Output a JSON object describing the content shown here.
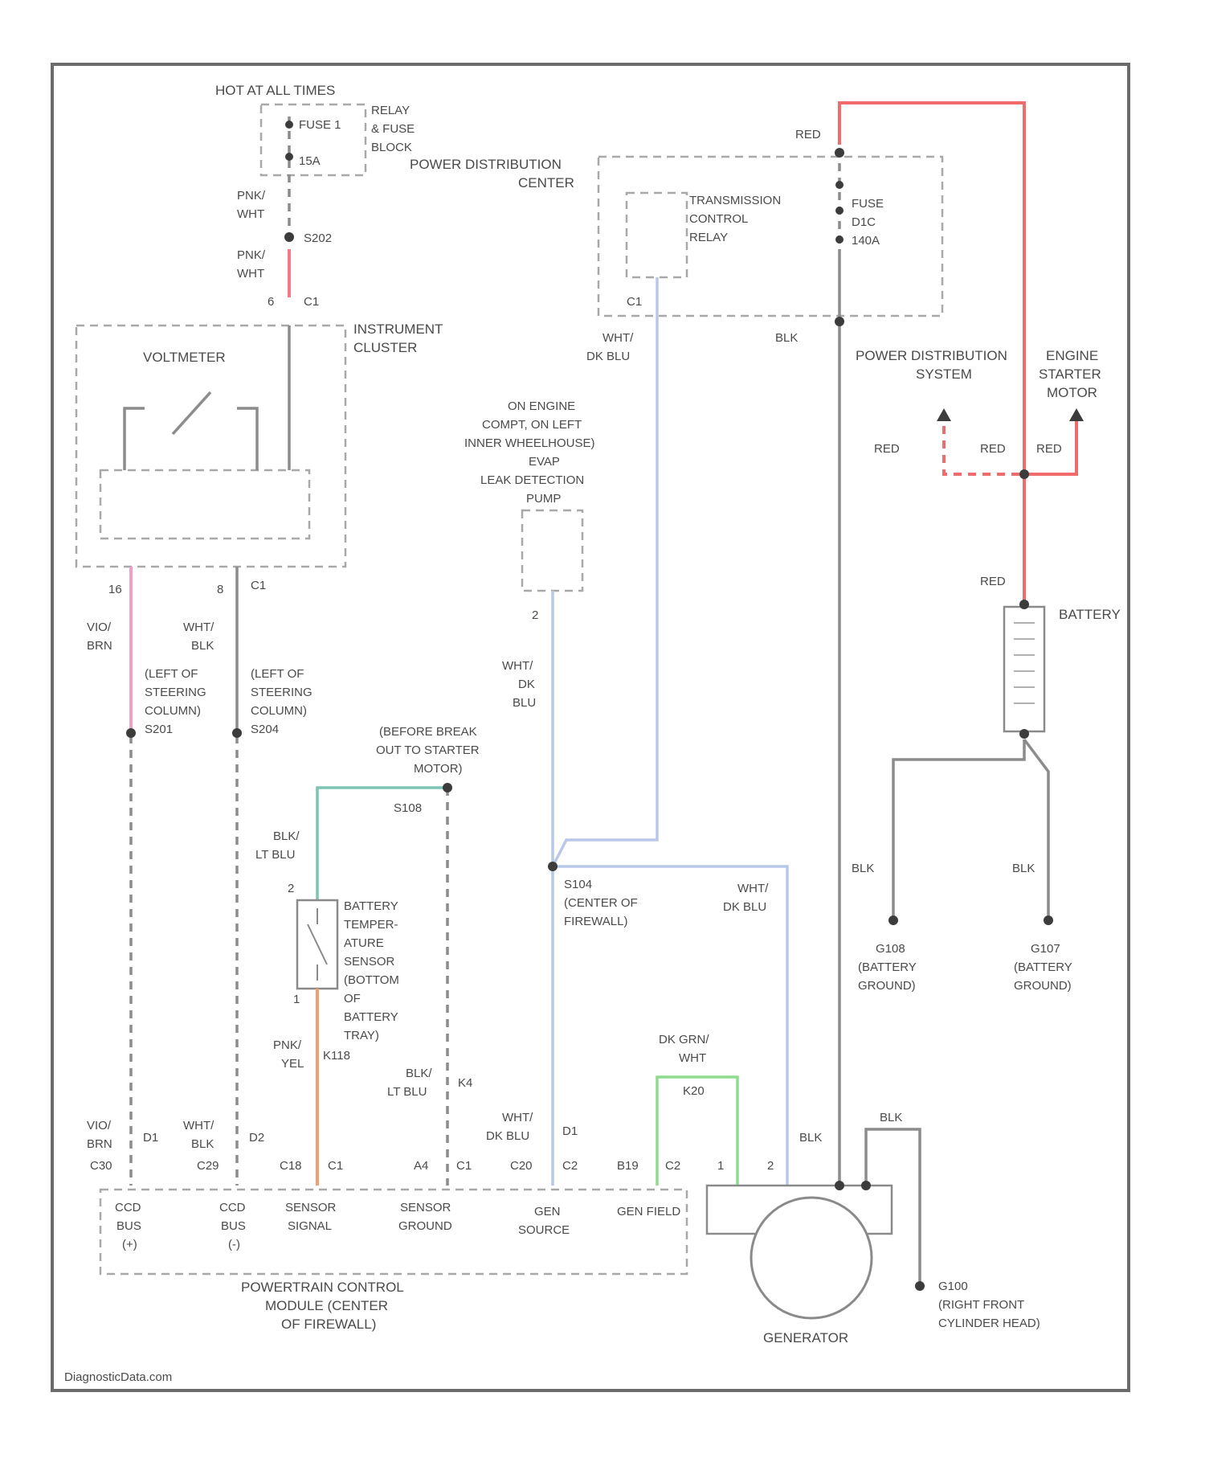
{
  "labels": {
    "hot_at_all_times": "HOT AT ALL TIMES",
    "fuse_1": "FUSE 1",
    "fuse_1_amp": "15A",
    "relay_fuse_block_1": "RELAY",
    "relay_fuse_block_2": "& FUSE",
    "relay_fuse_block_3": "BLOCK",
    "pdc_1": "POWER DISTRIBUTION",
    "pdc_2": "CENTER",
    "tcr_1": "TRANSMISSION",
    "tcr_2": "CONTROL",
    "tcr_3": "RELAY",
    "fuse_d": "FUSE",
    "fuse_d_2": "D1C",
    "fuse_d_amp": "140A",
    "wire_pnk_wht_1a": "PNK/",
    "wire_pnk_wht_1b": "WHT",
    "splice_s202": "S202",
    "wire_pnk_wht_2a": "PNK/",
    "wire_pnk_wht_2b": "WHT",
    "pin_6": "6",
    "conn_c1_top": "C1",
    "instrument_cluster_1": "INSTRUMENT",
    "instrument_cluster_2": "CLUSTER",
    "voltmeter": "VOLTMETER",
    "pin_16": "16",
    "pin_8": "8",
    "conn_c1_ic": "C1",
    "red_top": "RED",
    "conn_c1_tcr": "C1",
    "wire_wht_dkblu_1a": "WHT/",
    "wire_wht_dkblu_1b": "DK BLU",
    "blk_tcr": "BLK",
    "pds_1": "POWER DISTRIBUTION",
    "pds_2": "SYSTEM",
    "esm_1": "ENGINE",
    "esm_2": "STARTER",
    "esm_3": "MOTOR",
    "red_l": "RED",
    "red_m": "RED",
    "red_r": "RED",
    "red_batt": "RED",
    "battery": "BATTERY",
    "ldp_1": "ON ENGINE",
    "ldp_2": "COMPT, ON LEFT",
    "ldp_3": "INNER WHEELHOUSE)",
    "ldp_4": "EVAP",
    "ldp_5": "LEAK DETECTION",
    "ldp_6": "PUMP",
    "pin_2_ldp": "2",
    "wire_wht_dkblu_2a": "WHT/",
    "wire_wht_dkblu_2b": "DK",
    "wire_wht_dkblu_2c": "BLU",
    "wire_vio_brn_a": "VIO/",
    "wire_vio_brn_b": "BRN",
    "wire_wht_blk_a": "WHT/",
    "wire_wht_blk_b": "BLK",
    "ls1_1": "(LEFT OF",
    "ls1_2": "STEERING",
    "ls1_3": "COLUMN)",
    "ls1_4": "S201",
    "ls2_1": "(LEFT OF",
    "ls2_2": "STEERING",
    "ls2_3": "COLUMN)",
    "ls2_4": "S204",
    "bb_1": "(BEFORE BREAK",
    "bb_2": "OUT TO STARTER",
    "bb_3": "MOTOR)",
    "splice_s108": "S108",
    "wire_blk_ltblu_1a": "BLK/",
    "wire_blk_ltblu_1b": "LT BLU",
    "pin_2_bts": "2",
    "pin_1_bts": "1",
    "bts_1": "BATTERY",
    "bts_2": "TEMPER-",
    "bts_3": "ATURE",
    "bts_4": "SENSOR",
    "bts_5": "(BOTTOM",
    "bts_6": "OF",
    "bts_7": "BATTERY",
    "bts_8": "TRAY)",
    "splice_s104_1": "S104",
    "splice_s104_2": "(CENTER OF",
    "splice_s104_3": "FIREWALL)",
    "wire_wht_dkblu_3a": "WHT/",
    "wire_wht_dkblu_3b": "DK BLU",
    "blk_mid": "BLK",
    "blk_g1": "BLK",
    "g108_1": "G108",
    "g108_2": "(BATTERY",
    "g108_3": "GROUND)",
    "g107_1": "G107",
    "g107_2": "(BATTERY",
    "g107_3": "GROUND)",
    "wire_pnk_yel_a": "PNK/",
    "wire_pnk_yel_b": "YEL",
    "circuit_k118": "K118",
    "wire_blk_ltblu_2a": "BLK/",
    "wire_blk_ltblu_2b": "LT BLU",
    "circuit_k4": "K4",
    "wire_dkgrn_wht_a": "DK GRN/",
    "wire_dkgrn_wht_b": "WHT",
    "circuit_k20": "K20",
    "wire_vio_brn_c": "VIO/",
    "wire_vio_brn_d": "BRN",
    "conn_d1_a": "D1",
    "wire_wht_blk_c": "WHT/",
    "wire_wht_blk_d": "BLK",
    "conn_d2": "D2",
    "wire_wht_dkblu_4a": "WHT/",
    "wire_wht_dkblu_4b": "DK BLU",
    "conn_d1_b": "D1",
    "blk_gen": "BLK",
    "blk_gen2": "BLK",
    "pin_c30": "C30",
    "pin_c29": "C29",
    "pin_c18": "C18",
    "conn_c1_pcm1": "C1",
    "pin_a4": "A4",
    "conn_c1_pcm2": "C1",
    "pin_c20": "C20",
    "conn_c2_pcm1": "C2",
    "pin_b19": "B19",
    "conn_c2_pcm2": "C2",
    "gen_pin_1": "1",
    "gen_pin_2": "2",
    "pcm_ccd_pos_1": "CCD",
    "pcm_ccd_pos_2": "BUS",
    "pcm_ccd_pos_3": "(+)",
    "pcm_ccd_neg_1": "CCD",
    "pcm_ccd_neg_2": "BUS",
    "pcm_ccd_neg_3": "(-)",
    "pcm_sensor_signal_1": "SENSOR",
    "pcm_sensor_signal_2": "SIGNAL",
    "pcm_sensor_ground_1": "SENSOR",
    "pcm_sensor_ground_2": "GROUND",
    "pcm_gen_source_1": "GEN",
    "pcm_gen_source_2": "SOURCE",
    "pcm_gen_field": "GEN FIELD",
    "pcm_1": "POWERTRAIN CONTROL",
    "pcm_2": "MODULE (CENTER",
    "pcm_3": "OF FIREWALL)",
    "generator": "GENERATOR",
    "g100_1": "G100",
    "g100_2": "(RIGHT FRONT",
    "g100_3": "CYLINDER HEAD)",
    "watermark": "DiagnosticData.com"
  },
  "colors": {
    "frame": "#6b6b6b",
    "wire_gray": "#8c8c8c",
    "wire_red": "#f06b6b",
    "wire_pink": "#f0a0c8",
    "wire_blue": "#b9c7e8",
    "wire_teal": "#7dc4b4",
    "wire_green": "#8fdc8f",
    "wire_orange": "#f0a070"
  }
}
